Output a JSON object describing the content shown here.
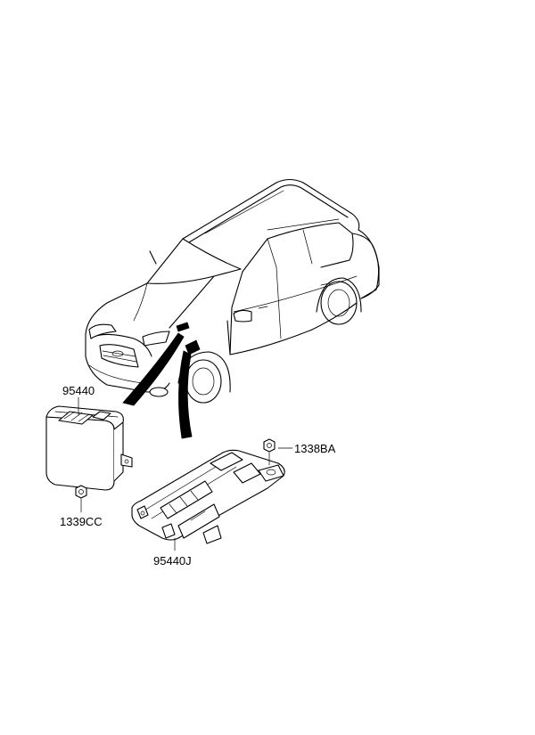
{
  "parts": {
    "module_95440": "95440",
    "bracket_95440j": "95440J",
    "nut_1339cc": "1339CC",
    "nut_1338ba": "1338BA"
  }
}
